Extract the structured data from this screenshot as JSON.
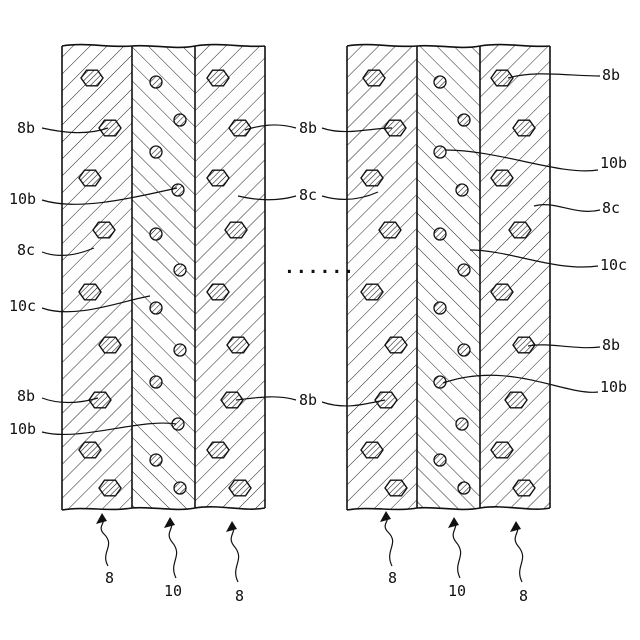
{
  "figure": {
    "ellipsis": "......",
    "labels": {
      "l1": "8b",
      "l2": "10b",
      "l3": "8c",
      "l4": "10c",
      "l5": "8b",
      "l6": "10b",
      "l7": "8b",
      "l8": "8c",
      "l9": "8b",
      "l10": "8b",
      "l11": "10b",
      "l12": "8c",
      "l13": "10c",
      "l14": "8b",
      "l15": "10b"
    },
    "bottom_labels": {
      "b1": "8",
      "b2": "10",
      "b3": "8",
      "b4": "8",
      "b5": "10",
      "b6": "8"
    }
  }
}
